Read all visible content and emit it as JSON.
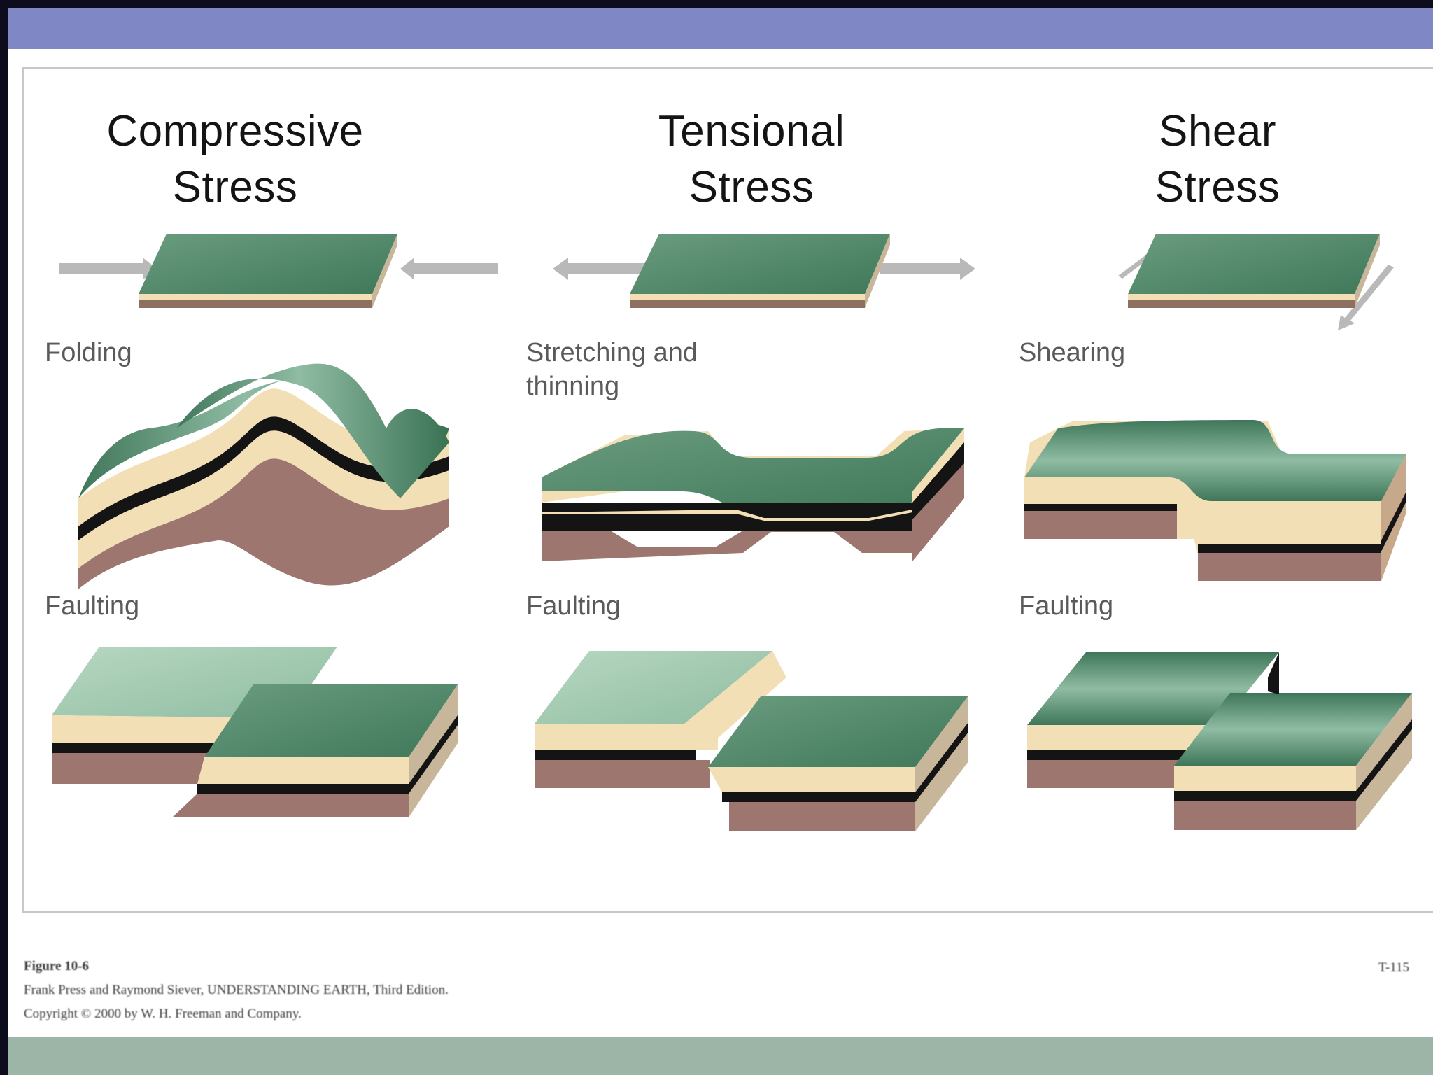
{
  "columns": [
    {
      "title": "Compressive\nStress",
      "deformation_label": "Folding",
      "fault_label": "Faulting"
    },
    {
      "title": "Tensional\nStress",
      "deformation_label": "Stretching and\nthinning",
      "fault_label": "Faulting"
    },
    {
      "title": "Shear\nStress",
      "deformation_label": "Shearing",
      "fault_label": "Faulting"
    }
  ],
  "caption": {
    "figure": "Figure 10-6",
    "authors": "Frank Press and Raymond Siever, UNDERSTANDING EARTH, Third Edition.",
    "copyright": "Copyright © 2000 by W. H. Freeman and Company."
  },
  "page_code": "T-115",
  "colors": {
    "header_bar": "#7f88c4",
    "footer_bar": "#9cb5a6",
    "surface_green": "#4f8a6a",
    "light_green": "#a9cdb5",
    "cream_layer": "#f3dfb6",
    "black_layer": "#141414",
    "brown_layer": "#9e7670",
    "arrow_gray": "#b9b9b9"
  }
}
